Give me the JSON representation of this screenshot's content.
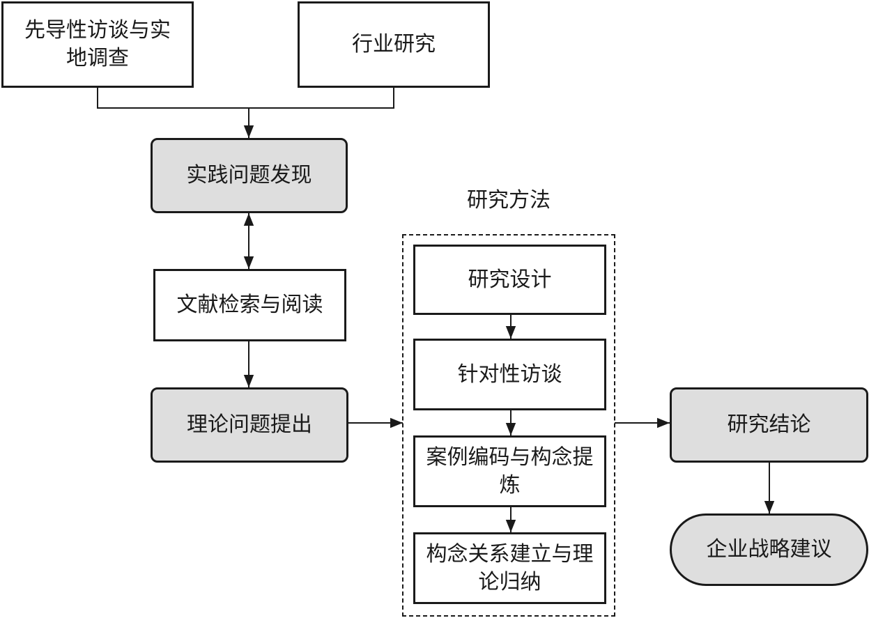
{
  "boxes": {
    "pilot_interview": "先导性访谈与实地调查",
    "industry_research": "行业研究",
    "practice_problem": "实践问题发现",
    "literature_review": "文献检索与阅读",
    "theory_problem": "理论问题提出",
    "research_design": "研究设计",
    "targeted_interview": "针对性访谈",
    "case_coding": "案例编码与构念提炼",
    "construct_relations": "构念关系建立与理论归纳",
    "research_conclusion": "研究结论",
    "strategy_advice": "企业战略建议"
  },
  "group_label": "研究方法"
}
